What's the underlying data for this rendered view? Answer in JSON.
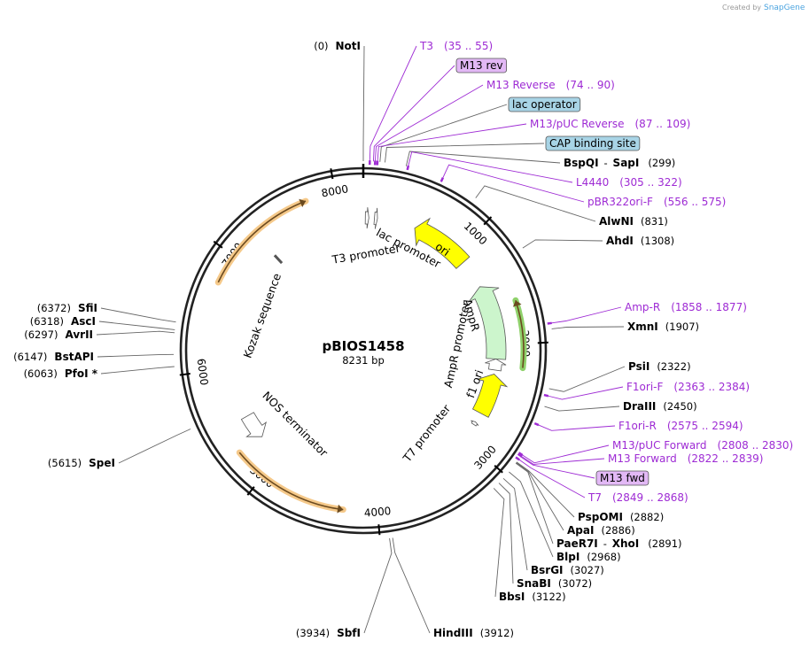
{
  "credit": {
    "prefix": "Created by",
    "brand": "SnapGene"
  },
  "plasmid": {
    "name": "pBIOS1458",
    "length_label": "8231 bp",
    "length": 8231
  },
  "ticks": [
    {
      "label": "1000",
      "bp": 1000
    },
    {
      "label": "2000",
      "bp": 2000
    },
    {
      "label": "3000",
      "bp": 3000
    },
    {
      "label": "4000",
      "bp": 4000
    },
    {
      "label": "5000",
      "bp": 5000
    },
    {
      "label": "6000",
      "bp": 6000
    },
    {
      "label": "7000",
      "bp": 7000
    },
    {
      "label": "8000",
      "bp": 8000
    }
  ],
  "sites": [
    {
      "name": "NotI",
      "pos_text": "(0)",
      "bp": 0
    },
    {
      "name": "BspQI",
      "name2": "SapI",
      "pos_text": "(299)",
      "bp": 299
    },
    {
      "name": "AlwNI",
      "pos_text": "(831)",
      "bp": 831
    },
    {
      "name": "AhdI",
      "pos_text": "(1308)",
      "bp": 1308
    },
    {
      "name": "XmnI",
      "pos_text": "(1907)",
      "bp": 1907
    },
    {
      "name": "PsiI",
      "pos_text": "(2322)",
      "bp": 2322
    },
    {
      "name": "DraIII",
      "pos_text": "(2450)",
      "bp": 2450
    },
    {
      "name": "PspOMI",
      "pos_text": "(2882)",
      "bp": 2882
    },
    {
      "name": "ApaI",
      "pos_text": "(2886)",
      "bp": 2886
    },
    {
      "name": "PaeR7I",
      "name2": "XhoI",
      "pos_text": "(2891)",
      "bp": 2891
    },
    {
      "name": "BlpI",
      "pos_text": "(2968)",
      "bp": 2968
    },
    {
      "name": "BsrGI",
      "pos_text": "(3027)",
      "bp": 3027
    },
    {
      "name": "SnaBI",
      "pos_text": "(3072)",
      "bp": 3072
    },
    {
      "name": "BbsI",
      "pos_text": "(3122)",
      "bp": 3122
    },
    {
      "name": "HindIII",
      "pos_text": "(3912)",
      "bp": 3912
    },
    {
      "name": "SbfI",
      "pos_text": "(3934)",
      "bp": 3934
    },
    {
      "name": "SpeI",
      "pos_text": "(5615)",
      "bp": 5615
    },
    {
      "name": "PfoI *",
      "pos_text": "(6063)",
      "bp": 6063
    },
    {
      "name": "BstAPI",
      "pos_text": "(6147)",
      "bp": 6147
    },
    {
      "name": "AvrII",
      "pos_text": "(6297)",
      "bp": 6297
    },
    {
      "name": "AscI",
      "pos_text": "(6318)",
      "bp": 6318
    },
    {
      "name": "SfiI",
      "pos_text": "(6372)",
      "bp": 6372
    }
  ],
  "primers": [
    {
      "name": "T3",
      "range_text": "(35 .. 55)",
      "bp": 45
    },
    {
      "name": "M13 Reverse",
      "range_text": "(74 .. 90)",
      "bp": 82
    },
    {
      "name": "M13/pUC Reverse",
      "range_text": "(87 .. 109)",
      "bp": 98
    },
    {
      "name": "L4440",
      "range_text": "(305 .. 322)",
      "bp": 313
    },
    {
      "name": "pBR322ori-F",
      "range_text": "(556 .. 575)",
      "bp": 565
    },
    {
      "name": "Amp-R",
      "range_text": "(1858 .. 1877)",
      "bp": 1867
    },
    {
      "name": "F1ori-F",
      "range_text": "(2363 .. 2384)",
      "bp": 2373
    },
    {
      "name": "F1ori-R",
      "range_text": "(2575 .. 2594)",
      "bp": 2584
    },
    {
      "name": "M13/pUC Forward",
      "range_text": "(2808 .. 2830)",
      "bp": 2819
    },
    {
      "name": "M13 Forward",
      "range_text": "(2822 .. 2839)",
      "bp": 2830
    },
    {
      "name": "T7",
      "range_text": "(2849 .. 2868)",
      "bp": 2858
    }
  ],
  "boxed_labels": [
    {
      "name": "M13 rev",
      "kind": "primer",
      "color": "#e2b8f5"
    },
    {
      "name": "lac operator",
      "kind": "feature",
      "color": "#a8d4e6"
    },
    {
      "name": "CAP binding site",
      "kind": "feature",
      "color": "#a8d4e6"
    },
    {
      "name": "M13 fwd",
      "kind": "primer",
      "color": "#e2b8f5"
    }
  ],
  "features": [
    {
      "name": "ori",
      "type": "rep_origin",
      "color": "#ffff00",
      "start": 520,
      "end": 1110,
      "direction": "reverse"
    },
    {
      "name": "AmpR",
      "type": "CDS",
      "color": "#ccf5cc",
      "start": 1400,
      "end": 2140,
      "direction": "reverse"
    },
    {
      "name": "AmpR promoter",
      "type": "promoter",
      "color": "#ffffff",
      "start": 2140,
      "end": 2250,
      "direction": "reverse"
    },
    {
      "name": "f1 ori",
      "type": "rep_origin",
      "color": "#ffff00",
      "start": 2290,
      "end": 2700,
      "direction": "reverse"
    },
    {
      "name": "T7 promoter",
      "type": "promoter",
      "color": "#ffffff",
      "start": 2800,
      "end": 2830,
      "direction": "reverse"
    },
    {
      "name": "NOS terminator",
      "type": "terminator",
      "color": "#ffffff",
      "start": 5250,
      "end": 5500,
      "direction": "reverse"
    },
    {
      "name": "Kozak sequence",
      "type": "misc",
      "color": "#555555",
      "start": 7250,
      "end": 7270,
      "direction": "none"
    },
    {
      "name": "lac promoter",
      "type": "promoter",
      "color": "#ffffff",
      "start": 110,
      "end": 140,
      "direction": "forward"
    },
    {
      "name": "T3 promoter",
      "type": "promoter",
      "color": "#ffffff",
      "start": 20,
      "end": 55,
      "direction": "forward"
    }
  ],
  "outer_arcs": [
    {
      "start": 6750,
      "end": 7750,
      "direction": "forward",
      "color": "#f5c98a"
    },
    {
      "start": 4280,
      "end": 5270,
      "direction": "reverse",
      "color": "#f5c98a"
    },
    {
      "start": 1640,
      "end": 2200,
      "direction": "reverse",
      "color": "#8fd16b"
    }
  ],
  "colors": {
    "primer": "#9e2bd4",
    "backbone": "#222222",
    "leader": "#666666"
  }
}
